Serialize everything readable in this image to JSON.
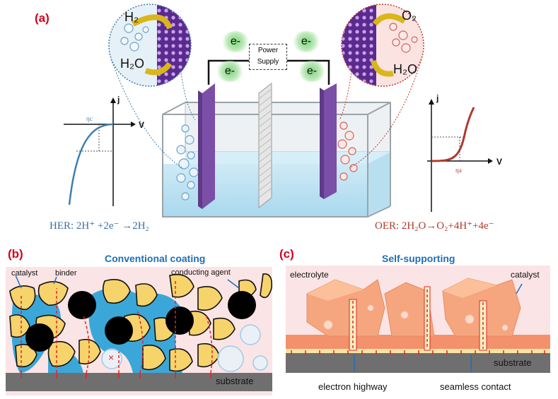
{
  "panel_a": {
    "label": "(a)",
    "power_supply": [
      "Power",
      "Supply"
    ],
    "electron": "e-",
    "left_gas": "H₂",
    "left_water": "H₂O",
    "right_gas": "O₂",
    "right_water": "H₂O",
    "her_equation": "HER: 2H⁺ +2e⁻ →2H₂",
    "oer_equation": "OER: 2H₂O→O₂+4H⁺+4e⁻",
    "her_curve": {
      "y_axis": "j",
      "x_axis": "V",
      "overpotential": "ηc"
    },
    "oer_curve": {
      "y_axis": "j",
      "x_axis": "V",
      "overpotential": "ηa"
    },
    "colors": {
      "her": "#3d7fb0",
      "oer": "#c0392b",
      "electrode": "#7b4fa8",
      "electrolyte": "#bfe3f2"
    }
  },
  "panel_b": {
    "label": "(b)",
    "title": "Conventional coating",
    "catalyst": "catalyst",
    "binder": "binder",
    "conducting_agent": "conducting agent",
    "substrate": "substrate",
    "colors": {
      "catalyst": "#f7d36b",
      "binder": "#3aa7d8",
      "agent": "#000000",
      "background": "#fbe4e6"
    }
  },
  "panel_c": {
    "label": "(c)",
    "title": "Self-supporting",
    "electrolyte": "electrolyte",
    "catalyst": "catalyst",
    "substrate": "substrate",
    "electron_highway": "electron highway",
    "seamless_contact": "seamless contact",
    "colors": {
      "catalyst": "#f5a67e",
      "background": "#fbe4e6"
    }
  }
}
